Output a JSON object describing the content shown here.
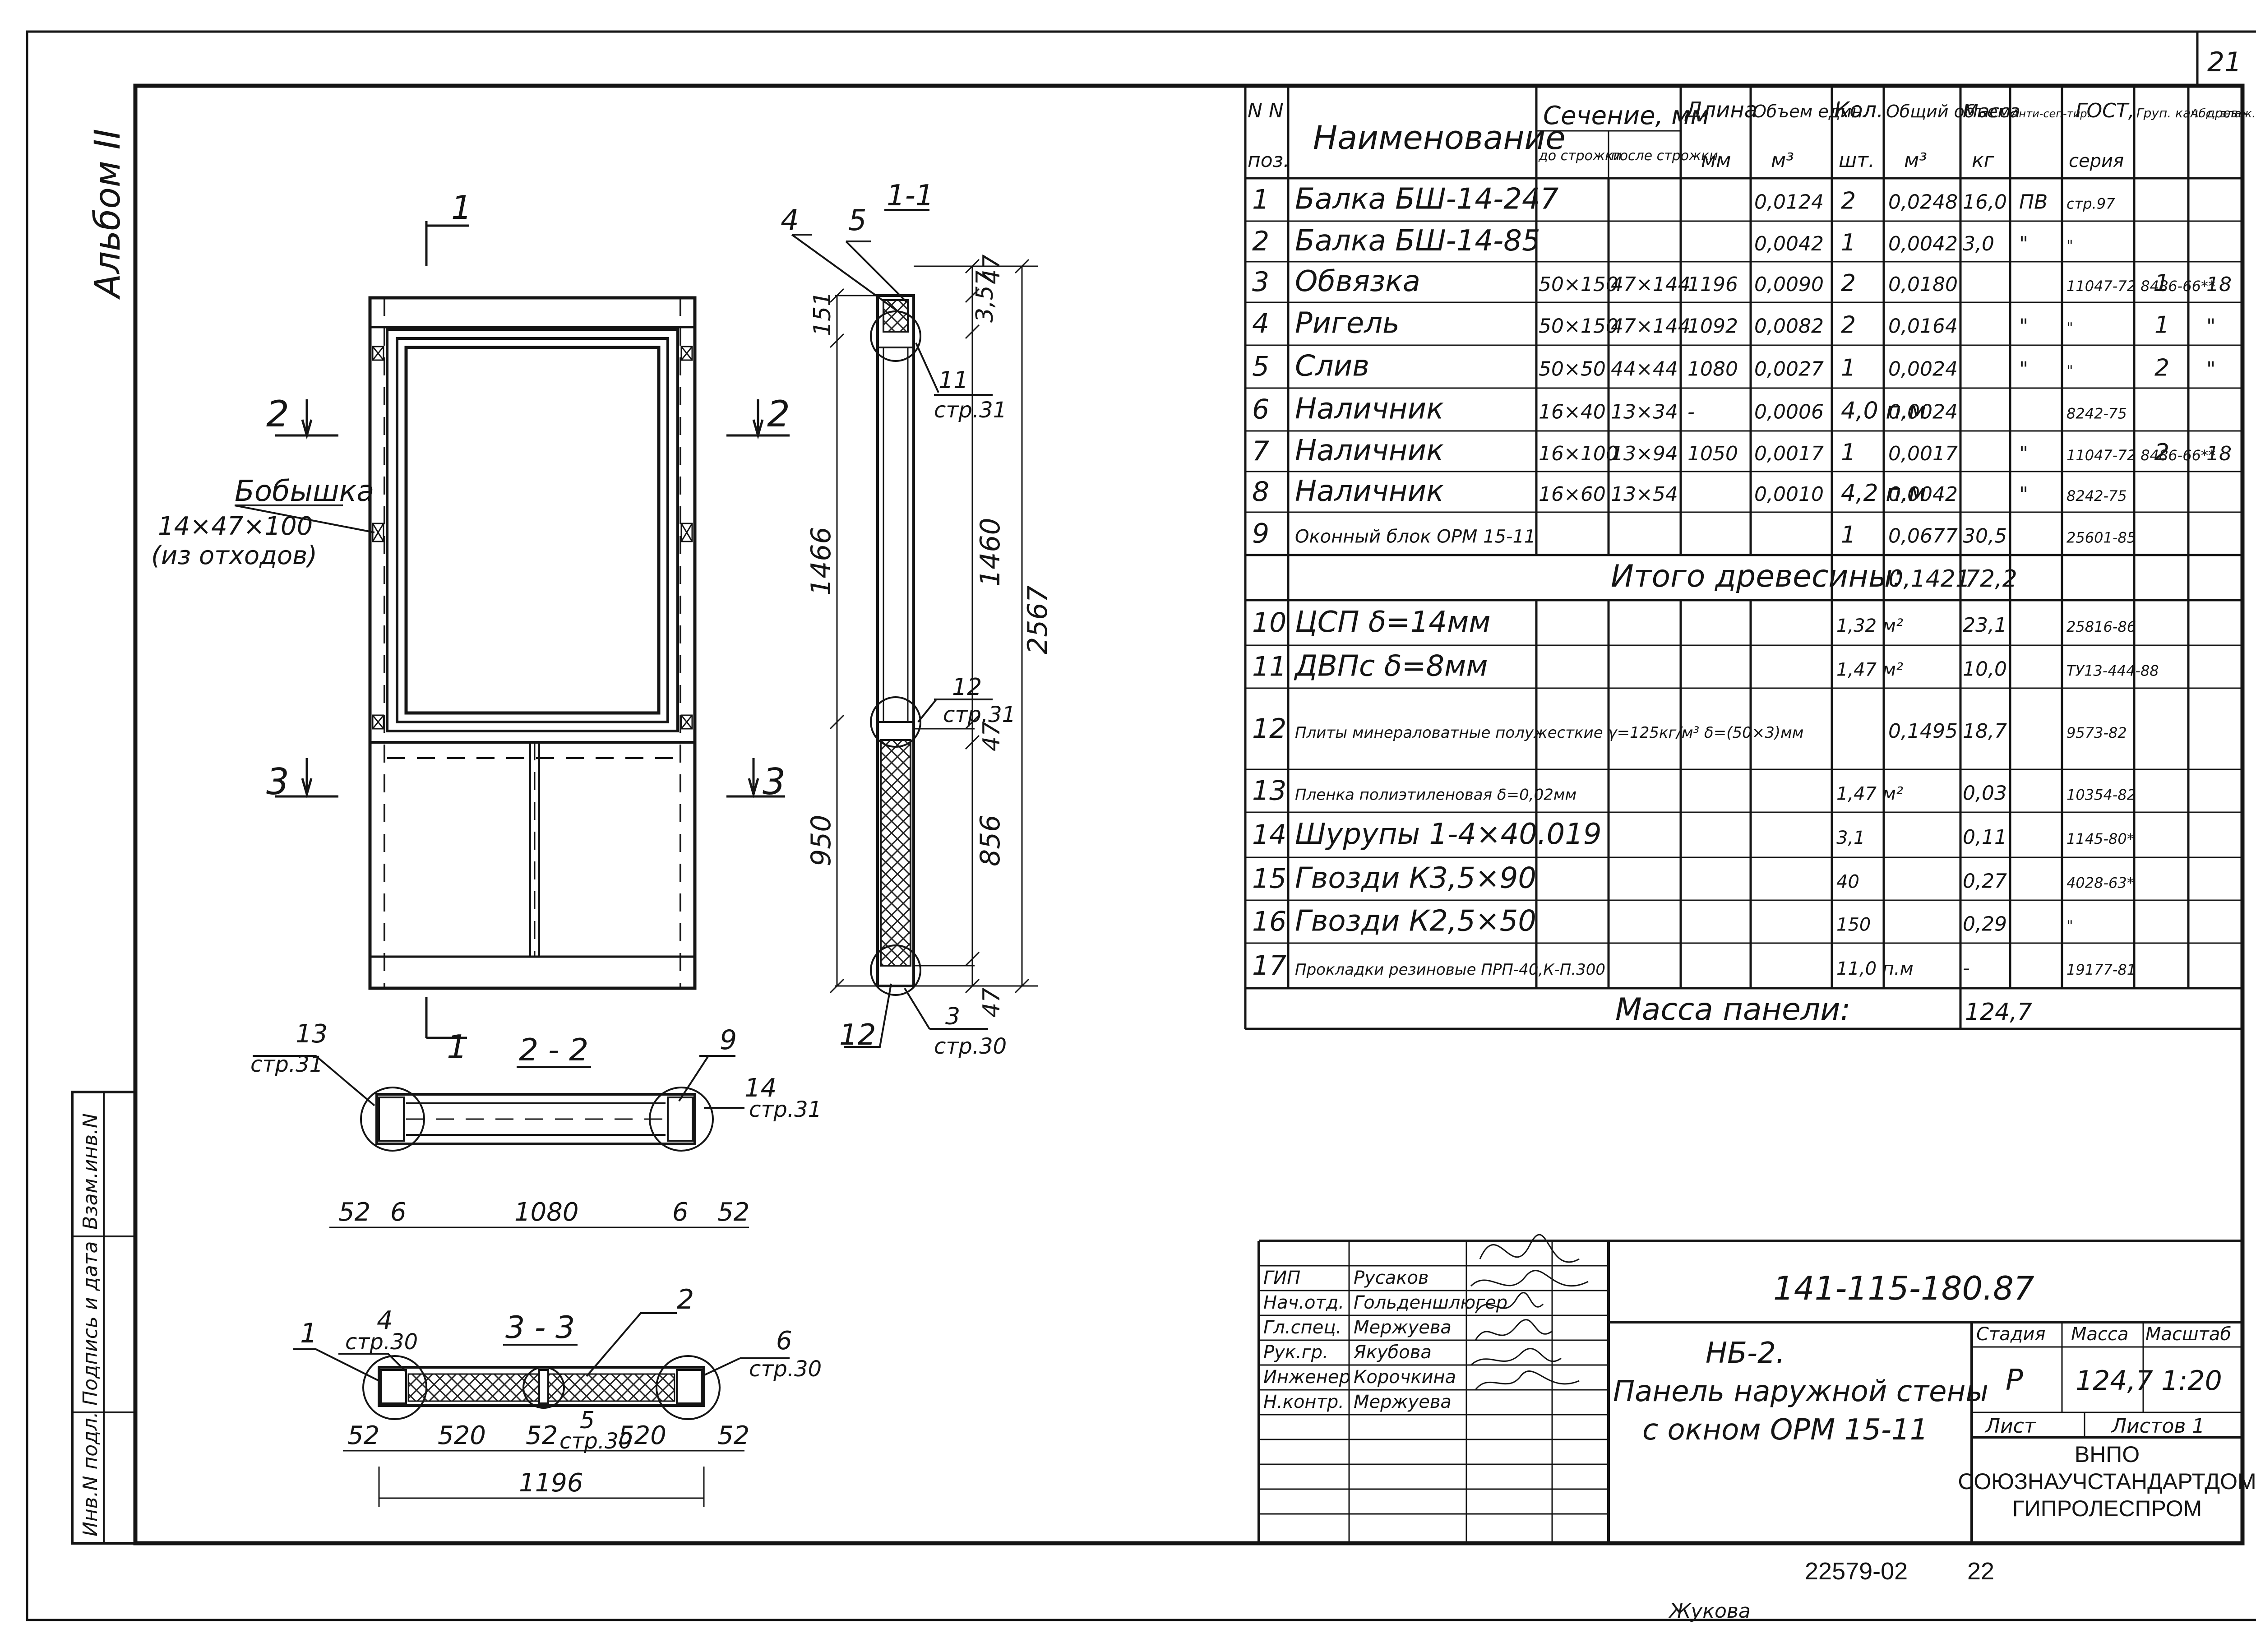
{
  "sheet": {
    "page_number": "21",
    "album": "Альбом II",
    "bottom_code": "22579-02",
    "bottom_page": "22",
    "copyist": "Жукова"
  },
  "side_stamp": {
    "col1": "Взам.инв.N",
    "col2": "Подпись и дата",
    "col3": "Инв.N подл."
  },
  "drawing": {
    "section_1": "1",
    "section_2": "2",
    "section_3": "3",
    "view_11": "1-1",
    "view_22": "2 - 2",
    "view_33": "3 - 3",
    "boss_1": "Бобышка",
    "boss_2": "14×47×100",
    "boss_3": "(из отходов)",
    "d_151": "151",
    "d_357": "3,57",
    "d_47": "47",
    "d_1466": "1466",
    "d_1460": "1460",
    "d_2567": "2567",
    "d_950": "950",
    "d_856": "856",
    "d_52": "52",
    "d_6": "6",
    "d_1080": "1080",
    "d_520": "520",
    "d_1196": "1196",
    "p_1": "1",
    "p_2": "2",
    "p_3": "3",
    "p_4": "4",
    "p_5": "5",
    "p_6": "6",
    "p_9": "9",
    "p_11": "11",
    "p_12": "12",
    "p_13": "13",
    "p_14": "14",
    "str_31": "стр.31",
    "str_30": "стр.30"
  },
  "table": {
    "headers": {
      "pos_a": "N N",
      "pos_b": "поз.",
      "name": "Наименование",
      "section": "Сечение, мм",
      "section_before": "до строжки",
      "section_after": "после строжки",
      "length": "Длина",
      "length_unit": "мм",
      "vol_unit": "Объем един.",
      "vol_unit_u": "м³",
      "qty": "Кол.",
      "qty_u": "шт.",
      "vol_total": "Общий объем",
      "vol_total_u": "м³",
      "mass": "Масса",
      "mass_u": "кг",
      "antisep": "Анти-сеп-тир.",
      "gost": "ГОСТ,",
      "gost_b": "серия",
      "grp": "Груп. кач. древ.",
      "hum": "Абс. влаж. %"
    },
    "rows": [
      [
        "1",
        "Балка БШ-14-247",
        "",
        "",
        "",
        "0,0124",
        "2",
        "0,0248",
        "16,0",
        "ПВ",
        "стр.97",
        "",
        ""
      ],
      [
        "2",
        "Балка БШ-14-85",
        "",
        "",
        "",
        "0,0042",
        "1",
        "0,0042",
        "3,0",
        "\"",
        "\"",
        "",
        ""
      ],
      [
        "3",
        "Обвязка",
        "50×150",
        "47×144",
        "1196",
        "0,0090",
        "2",
        "0,0180",
        "",
        "",
        "11047-72 8486-66**",
        "1",
        "18"
      ],
      [
        "4",
        "Ригель",
        "50×150",
        "47×144",
        "1092",
        "0,0082",
        "2",
        "0,0164",
        "",
        "\"",
        "\"",
        "1",
        "\""
      ],
      [
        "5",
        "Слив",
        "50×50",
        "44×44",
        "1080",
        "0,0027",
        "1",
        "0,0024",
        "",
        "\"",
        "\"",
        "2",
        "\""
      ],
      [
        "6",
        "Наличник",
        "16×40",
        "13×34",
        "-",
        "0,0006",
        "4,0 п.м",
        "0,0024",
        "",
        "",
        "8242-75",
        "",
        ""
      ],
      [
        "7",
        "Наличник",
        "16×100",
        "13×94",
        "1050",
        "0,0017",
        "1",
        "0,0017",
        "",
        "\"",
        "11047-72 8486-66**",
        "2",
        "18"
      ],
      [
        "8",
        "Наличник",
        "16×60",
        "13×54",
        "",
        "0,0010",
        "4,2 п.м",
        "0,0042",
        "",
        "\"",
        "8242-75",
        "",
        ""
      ],
      [
        "9",
        "Оконный блок ОРМ 15-11",
        "",
        "",
        "",
        "",
        "1",
        "0,0677",
        "30,5",
        "",
        "25601-85",
        "",
        ""
      ]
    ],
    "subtotal_label": "Итого древесины:",
    "subtotal_vol": "0,1421",
    "subtotal_mass": "72,2",
    "rows2": [
      [
        "10",
        "ЦСП δ=14мм",
        "1,32 м²",
        "",
        "23,1",
        "",
        "25816-86"
      ],
      [
        "11",
        "ДВПс δ=8мм",
        "1,47 м²",
        "",
        "10,0",
        "",
        "ТУ13-444-88"
      ],
      [
        "12",
        "Плиты минераловатные полужесткие γ=125кг/м³ δ=(50×3)мм",
        "",
        "0,1495",
        "18,7",
        "",
        "9573-82"
      ],
      [
        "13",
        "Пленка полиэтиленовая δ=0,02мм",
        "1,47 м²",
        "",
        "0,03",
        "",
        "10354-82"
      ],
      [
        "14",
        "Шурупы 1-4×40.019",
        "3,1",
        "",
        "0,11",
        "",
        "1145-80*"
      ],
      [
        "15",
        "Гвозди К3,5×90",
        "40",
        "",
        "0,27",
        "",
        "4028-63*"
      ],
      [
        "16",
        "Гвозди К2,5×50",
        "150",
        "",
        "0,29",
        "",
        "\""
      ],
      [
        "17",
        "Прокладки резиновые ПРП-40,К-П.300",
        "11,0 п.м",
        "",
        "-",
        "",
        "19177-81"
      ]
    ],
    "mass_label": "Масса панели:",
    "mass_value": "124,7"
  },
  "title_block": {
    "roles": [
      "ГИП",
      "Нач.отд.",
      "Гл.спец.",
      "Рук.гр.",
      "Инженер",
      "Н.контр."
    ],
    "names": [
      "Русаков",
      "Гольденшлюгер",
      "Мержуева",
      "Якубова",
      "Корочкина",
      "Мержуева"
    ],
    "doc_code": "141-115-180.87",
    "title_1": "НБ-2.",
    "title_2": "Панель наружной стены",
    "title_3": "с окном ОРМ 15-11",
    "stage_h": "Стадия",
    "mass_h": "Масса",
    "scale_h": "Масштаб",
    "stage": "Р",
    "mass": "124,7",
    "scale": "1:20",
    "sheet_h": "Лист",
    "sheets_h": "Листов 1",
    "org_1": "ВНПО",
    "org_2": "СОЮЗНАУЧСТАНДАРТДОМ",
    "org_3": "ГИПРОЛЕСПРОМ"
  }
}
